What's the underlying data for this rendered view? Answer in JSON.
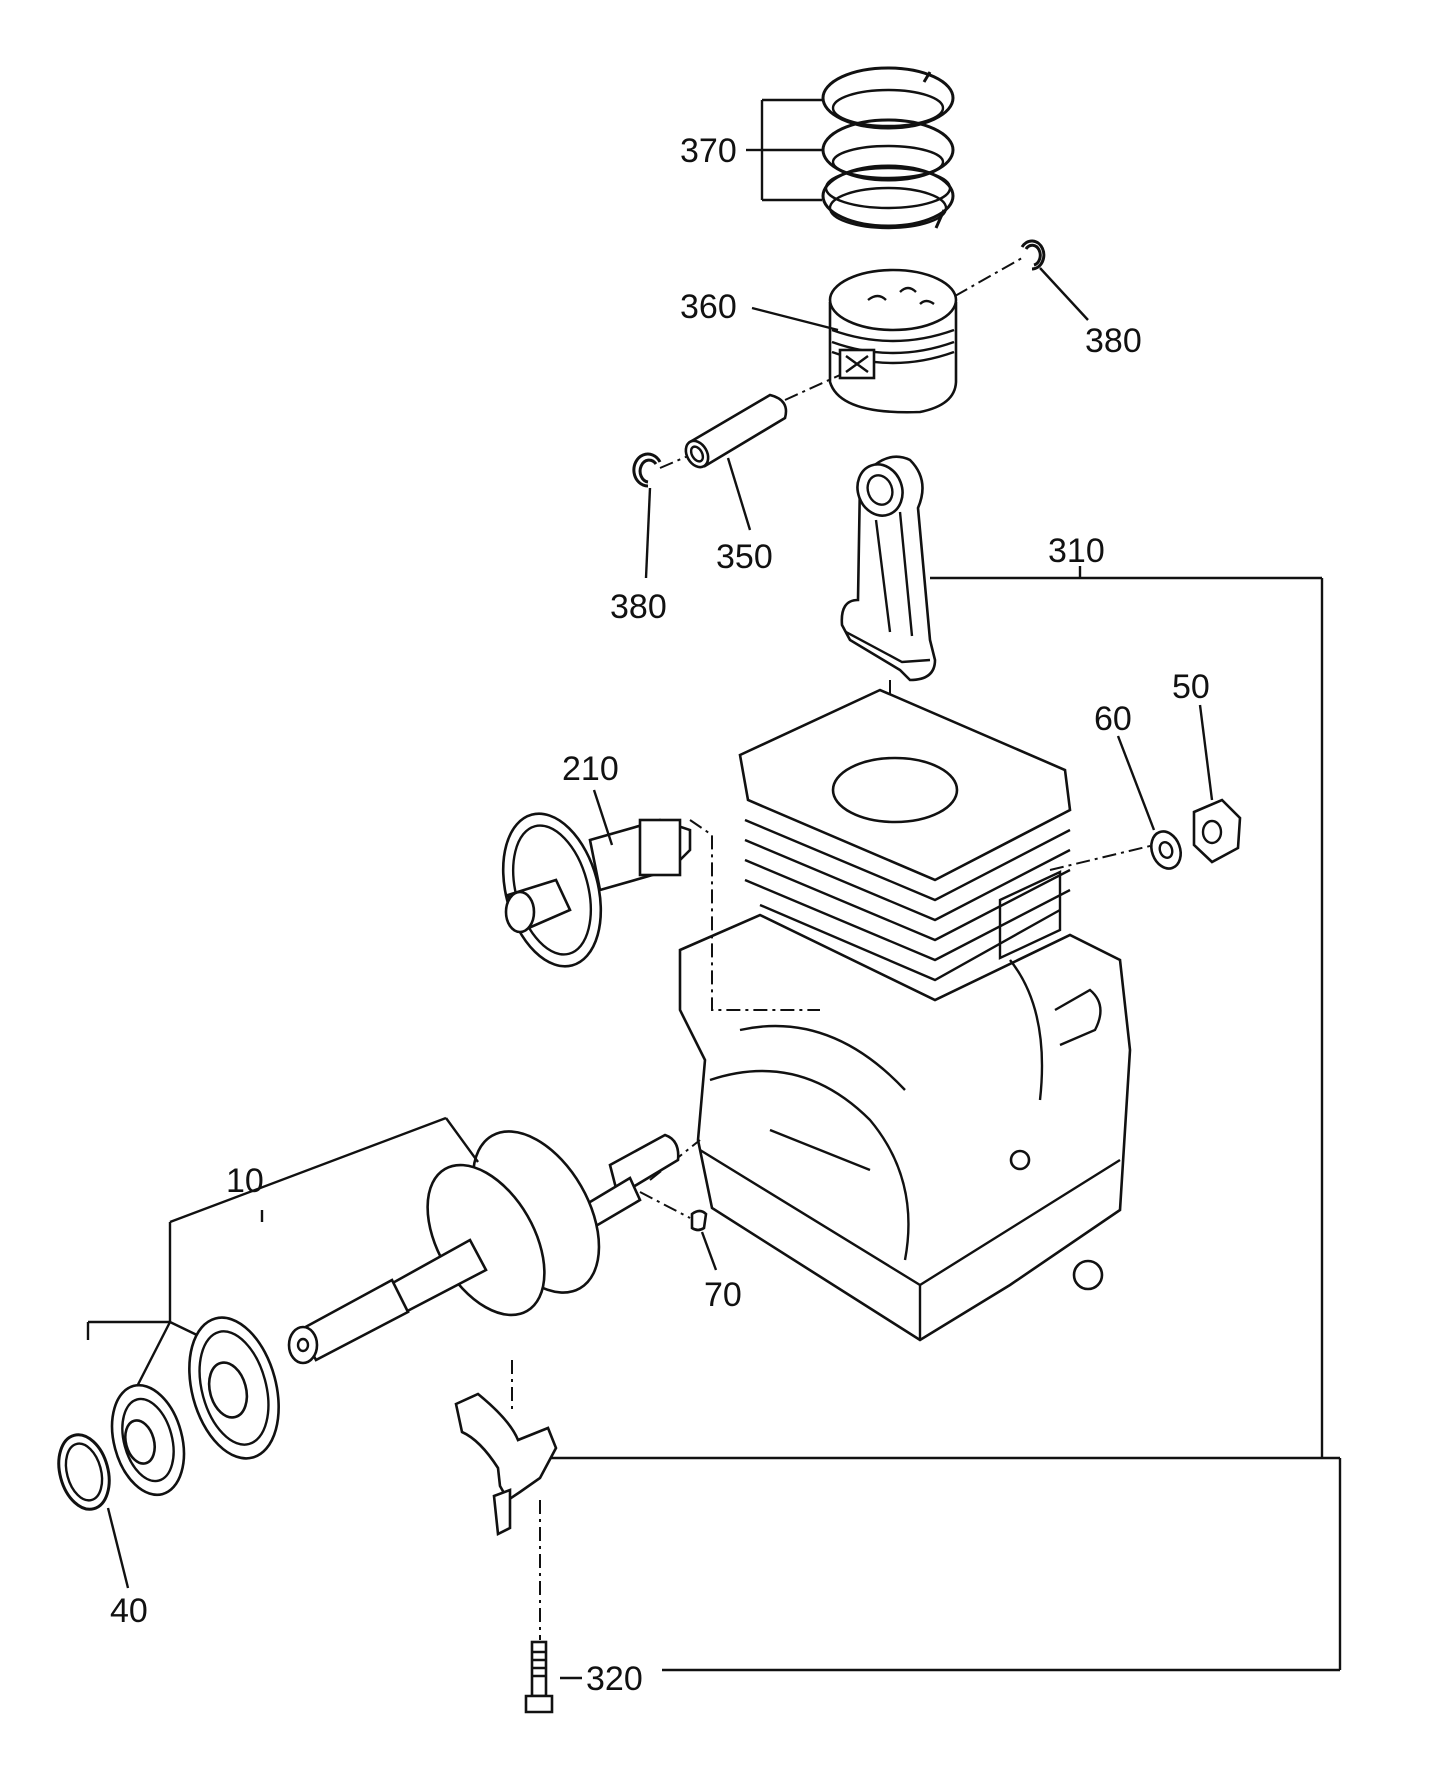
{
  "labels": {
    "p370": "370",
    "p360": "360",
    "p380a": "380",
    "p350": "350",
    "p380b": "380",
    "p310": "310",
    "p60": "60",
    "p50": "50",
    "p210": "210",
    "p10": "10",
    "p70": "70",
    "p40": "40",
    "p320": "320"
  },
  "colors": {
    "ink": "#111111",
    "paper": "#ffffff"
  }
}
